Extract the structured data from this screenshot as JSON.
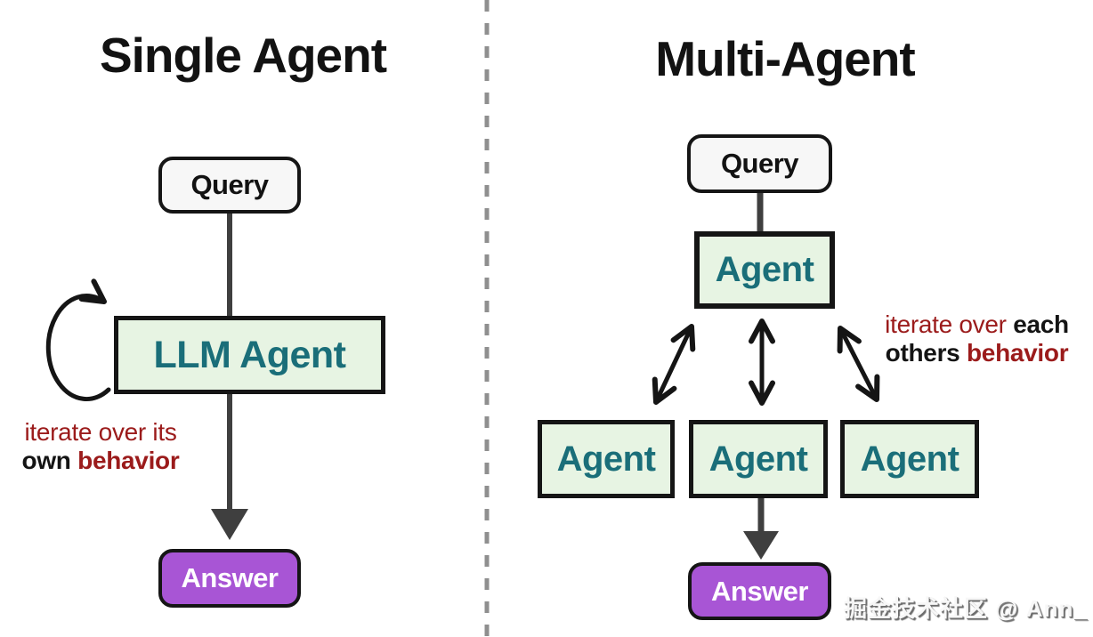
{
  "panels": {
    "single": {
      "title": "Single Agent",
      "query_label": "Query",
      "agent_label": "LLM Agent",
      "answer_label": "Answer",
      "annotation": {
        "line1": "iterate over its",
        "line2_part1": "own",
        "line2_part2": "behavior"
      }
    },
    "multi": {
      "title": "Multi-Agent",
      "query_label": "Query",
      "coordinator_label": "Agent",
      "worker1_label": "Agent",
      "worker2_label": "Agent",
      "worker3_label": "Agent",
      "answer_label": "Answer",
      "annotation": {
        "line1_part1": "iterate over",
        "line1_part2": "each",
        "line2_part1": "others",
        "line2_part2": "behavior"
      }
    }
  },
  "watermark": "掘金技术社区 @ Ann_",
  "colors": {
    "outline_black": "#151515",
    "arrow_dark": "#3f3f3f",
    "divider_gray": "#8f8f8f",
    "agent_box_fill": "#e7f4e3",
    "agent_box_text": "#1a6e79",
    "query_box_fill": "#f7f7f7",
    "answer_box_fill": "#a855d5",
    "annotation_red": "#9b1b1b"
  }
}
